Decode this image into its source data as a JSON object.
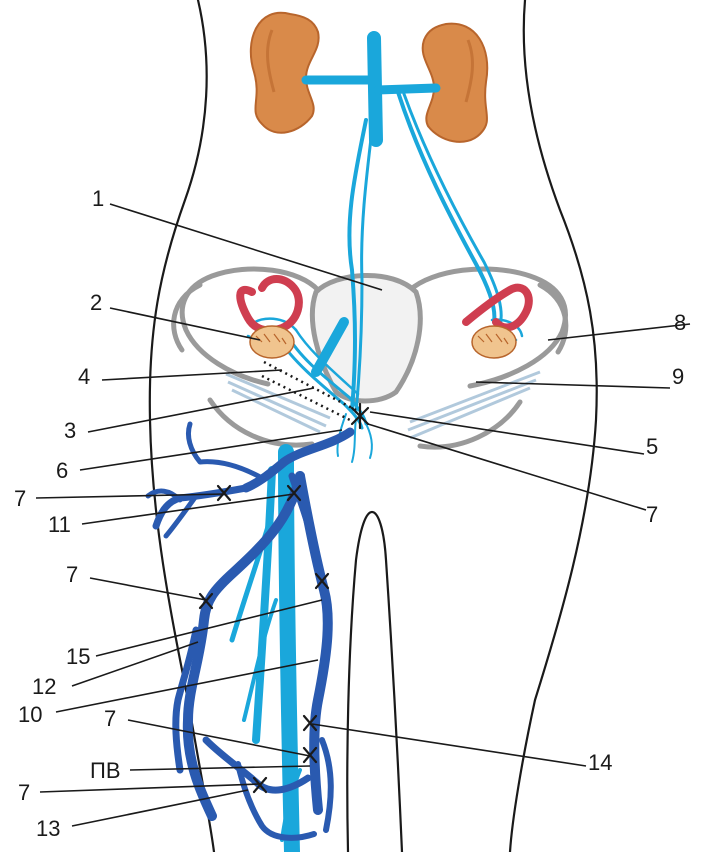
{
  "colors": {
    "background": "#ffffff",
    "body_outline": "#1a1a1a",
    "kidney": "#d98a4a",
    "kidney_dark": "#b8652c",
    "light_vein": "#1aa7db",
    "dark_vein": "#2a5ab0",
    "pelvis_bone": "#9a9a9a",
    "pelvis_fill": "#f2f2f2",
    "fallopian_tube": "#cf3e50",
    "ovary": "#f0c48e",
    "ligament": "#a9c4d9",
    "leader_line": "#1a1a1a",
    "ligation_mark": "#1a1a1a"
  },
  "icons": {
    "kidney_left": "kidney-icon",
    "kidney_right": "kidney-icon",
    "ovary_left": "ovary-icon",
    "ovary_right": "ovary-icon",
    "ligation": "cross-mark-icon"
  },
  "labels": [
    {
      "id": "1",
      "text": "1"
    },
    {
      "id": "2",
      "text": "2"
    },
    {
      "id": "4",
      "text": "4"
    },
    {
      "id": "3",
      "text": "3"
    },
    {
      "id": "6",
      "text": "6"
    },
    {
      "id": "7a",
      "text": "7"
    },
    {
      "id": "11",
      "text": "11"
    },
    {
      "id": "7b",
      "text": "7"
    },
    {
      "id": "15",
      "text": "15"
    },
    {
      "id": "12",
      "text": "12"
    },
    {
      "id": "10",
      "text": "10"
    },
    {
      "id": "7c",
      "text": "7"
    },
    {
      "id": "pv",
      "text": "ПВ"
    },
    {
      "id": "7d",
      "text": "7"
    },
    {
      "id": "13",
      "text": "13"
    },
    {
      "id": "8",
      "text": "8"
    },
    {
      "id": "9",
      "text": "9"
    },
    {
      "id": "5",
      "text": "5"
    },
    {
      "id": "7e",
      "text": "7"
    },
    {
      "id": "14",
      "text": "14"
    }
  ]
}
